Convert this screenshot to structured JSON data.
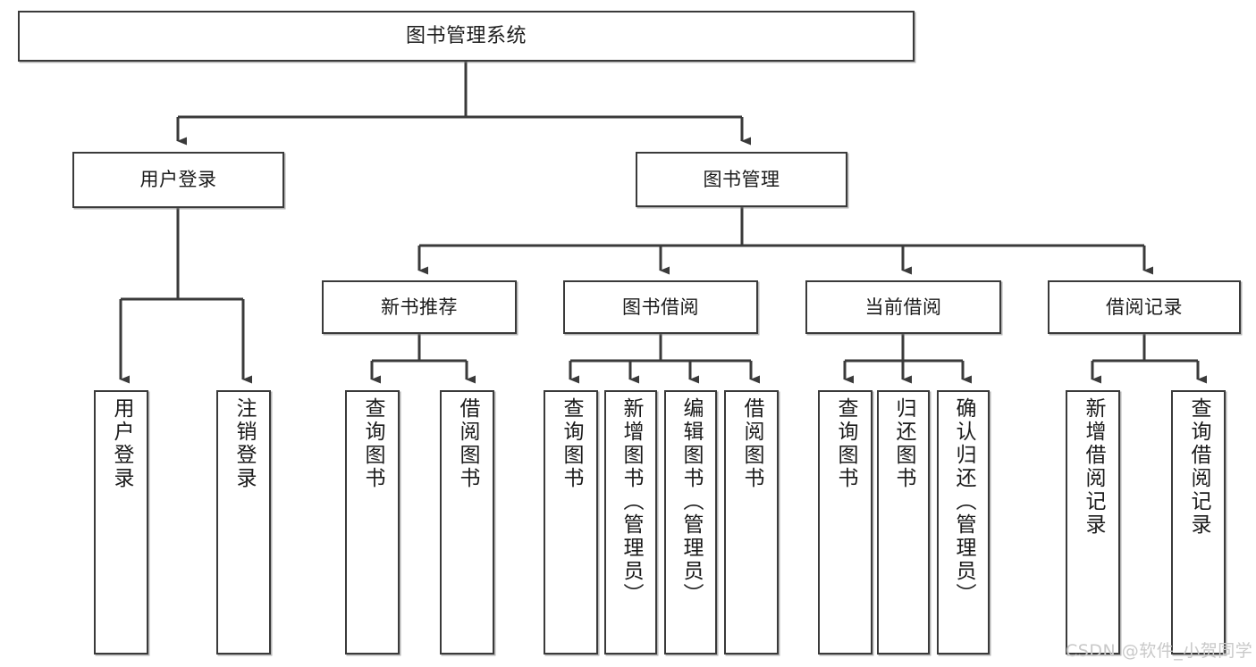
{
  "diagram": {
    "title": "图书管理系统",
    "type": "tree-hierarchy-chart",
    "watermark": "CSDN @软件_小贺同学",
    "root": {
      "label": "图书管理系统"
    },
    "tier2": [
      {
        "label": "用户登录"
      },
      {
        "label": "图书管理"
      }
    ],
    "tier3": [
      {
        "label": "新书推荐"
      },
      {
        "label": "图书借阅"
      },
      {
        "label": "当前借阅"
      },
      {
        "label": "借阅记录"
      }
    ],
    "leaves": {
      "user_login": [
        {
          "label": "用户登录"
        },
        {
          "label": "注销登录"
        }
      ],
      "new_book_recommend": [
        {
          "label": "查询图书"
        },
        {
          "label": "借阅图书"
        }
      ],
      "book_borrow": [
        {
          "label": "查询图书"
        },
        {
          "label": "新增图书（管理员）"
        },
        {
          "label": "编辑图书（管理员）"
        },
        {
          "label": "借阅图书"
        }
      ],
      "current_borrow": [
        {
          "label": "查询图书"
        },
        {
          "label": "归还图书"
        },
        {
          "label": "确认归还（管理员）"
        }
      ],
      "borrow_records": [
        {
          "label": "新增借阅记录"
        },
        {
          "label": "查询借阅记录"
        }
      ]
    },
    "colors": {
      "border": "#3a3a3a",
      "text": "#1b1b1b",
      "background": "#ffffff",
      "watermark": "#c9c9c9"
    }
  }
}
